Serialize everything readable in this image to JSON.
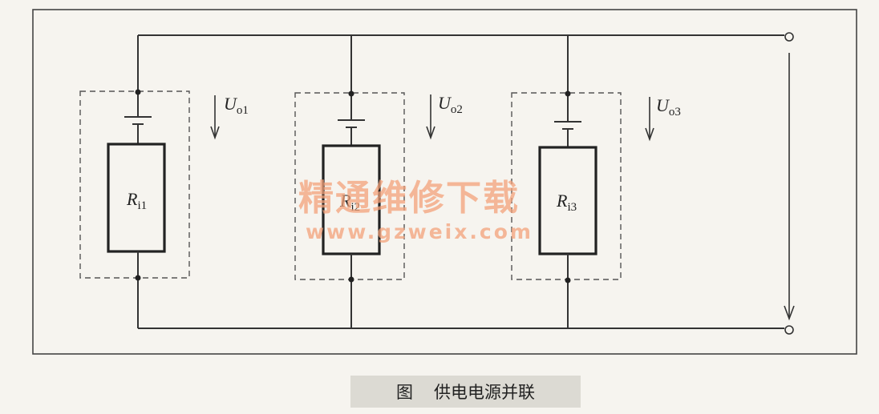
{
  "modules": [
    {
      "id": "1",
      "u_main": "U",
      "u_sub": "o1",
      "r_main": "R",
      "r_sub": "i1"
    },
    {
      "id": "2",
      "u_main": "U",
      "u_sub": "o2",
      "r_main": "R",
      "r_sub": "i2"
    },
    {
      "id": "3",
      "u_main": "U",
      "u_sub": "o3",
      "r_main": "R",
      "r_sub": "i3"
    }
  ],
  "watermark": {
    "text_cn": "精通维修下载",
    "url": "www.gzweix.com"
  },
  "caption": {
    "fig": "图",
    "title": "供电电源并联"
  }
}
